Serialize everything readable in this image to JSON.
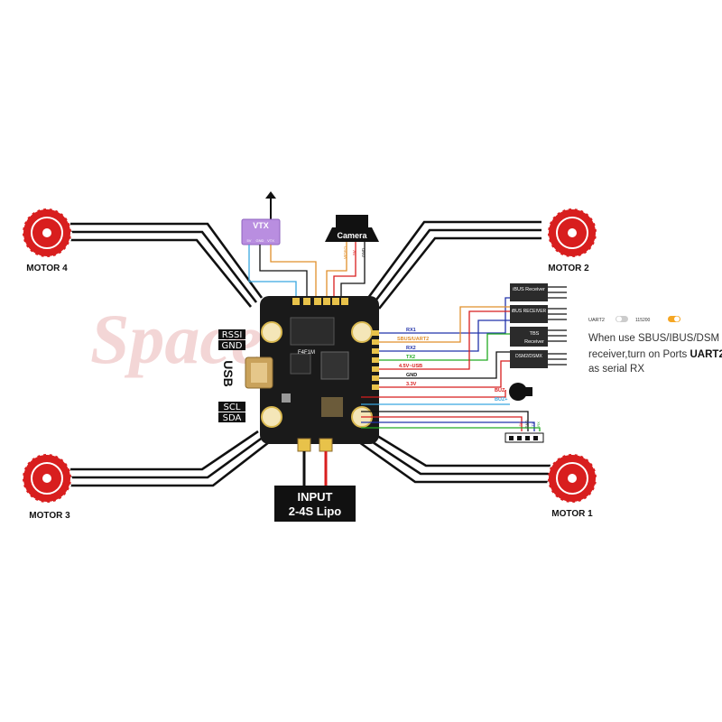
{
  "watermark": "Spacedog",
  "motors": {
    "m1": "MOTOR 1",
    "m2": "MOTOR 2",
    "m3": "MOTOR 3",
    "m4": "MOTOR 4"
  },
  "fc": {
    "board_text": "F4F1M",
    "pads": {
      "rssi": "RSSI",
      "gnd": "GND",
      "usb": "USB",
      "scl": "SCL",
      "sda": "SDA"
    }
  },
  "vtx": {
    "label": "VTX",
    "pins": [
      "5V",
      "GND",
      "VTX"
    ]
  },
  "camera": {
    "label": "Camera",
    "pins": [
      "VIDEO",
      "5V",
      "GND"
    ]
  },
  "input": {
    "line1": "INPUT",
    "line2": "2-4S Lipo"
  },
  "wires": {
    "rx1": "RX1",
    "sbus": "SBUS/UART2",
    "rx2": "RX2",
    "tx2": "TX2",
    "v45": "4.5V~USB",
    "gnd": "GND",
    "v33": "3.3V",
    "buz_minus": "BUZ-",
    "buz_plus": "BUZ+"
  },
  "receivers": {
    "ibus1": "iBUS Receiver",
    "ibus2": "iBUS RECEIVER",
    "tbs_1": "TBS",
    "tbs_2": "Receiver",
    "dsm": "DSM2/DSMX"
  },
  "gps_pins": [
    "GND",
    "5V",
    "TX",
    "RX"
  ],
  "uart_toggle": {
    "label": "UART2",
    "value": "115200"
  },
  "note": {
    "line1": "When use SBUS/IBUS/DSM",
    "line2_pre": "receiver,turn on Ports ",
    "line2_bold": "UART2",
    "line3": "as serial RX"
  }
}
